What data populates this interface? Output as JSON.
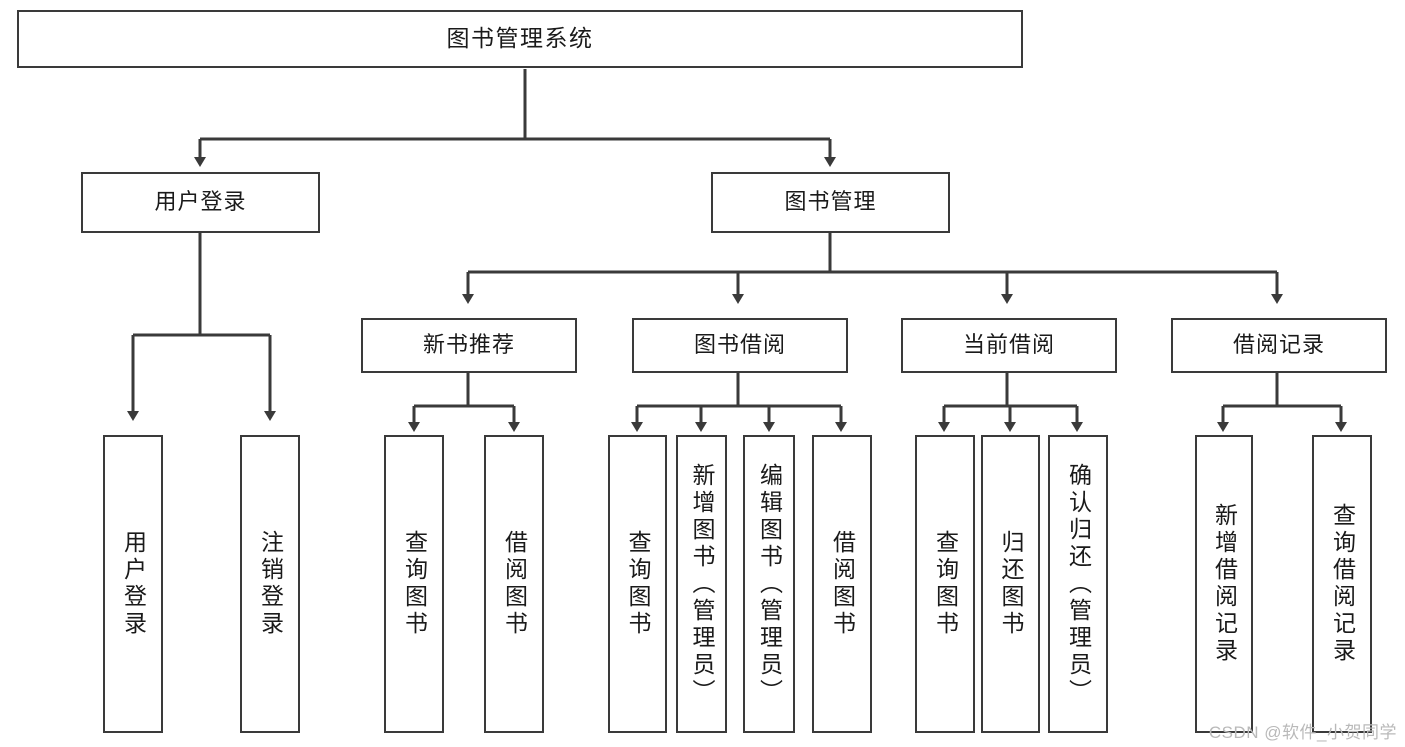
{
  "diagram": {
    "title": "图书管理系统",
    "type": "hierarchy-tree",
    "watermark": "CSDN @软件_小贺同学",
    "colors": {
      "stroke": "#3a3a3a",
      "fill": "#ffffff",
      "text": "#1a1a1a",
      "watermark": "#b9b9b9"
    },
    "levels": {
      "root": {
        "label": "图书管理系统"
      },
      "level2": [
        {
          "label": "用户登录"
        },
        {
          "label": "图书管理"
        }
      ],
      "level3": [
        {
          "label": "新书推荐"
        },
        {
          "label": "图书借阅"
        },
        {
          "label": "当前借阅"
        },
        {
          "label": "借阅记录"
        }
      ],
      "leaves_user_login": [
        {
          "label": "用户登录"
        },
        {
          "label": "注销登录"
        }
      ],
      "leaves_new_books": [
        {
          "label": "查询图书"
        },
        {
          "label": "借阅图书"
        }
      ],
      "leaves_borrow": [
        {
          "label": "查询图书"
        },
        {
          "label": "新增图书（管理员）"
        },
        {
          "label": "编辑图书（管理员）"
        },
        {
          "label": "借阅图书"
        }
      ],
      "leaves_current": [
        {
          "label": "查询图书"
        },
        {
          "label": "归还图书"
        },
        {
          "label": "确认归还（管理员）"
        }
      ],
      "leaves_records": [
        {
          "label": "新增借阅记录"
        },
        {
          "label": "查询借阅记录"
        }
      ]
    }
  }
}
